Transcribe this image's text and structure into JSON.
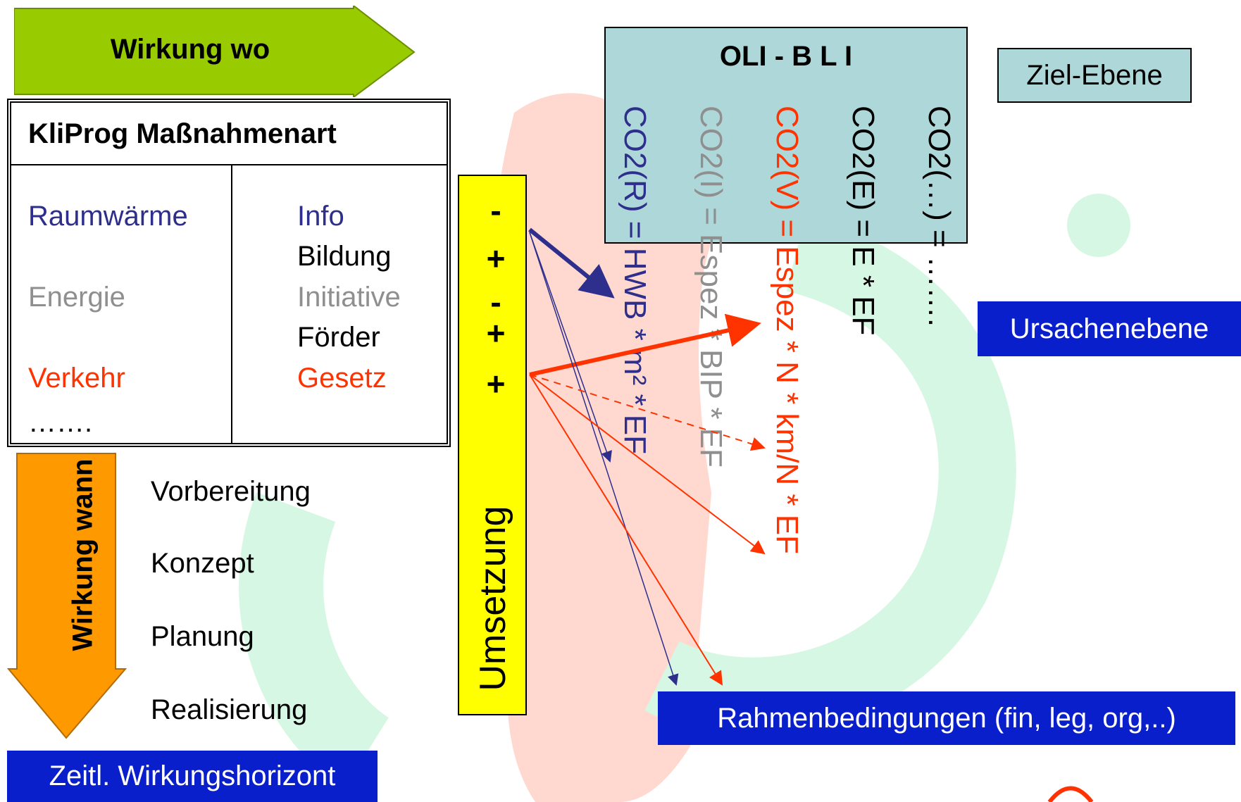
{
  "top_arrow": {
    "label": "Wirkung wo"
  },
  "kliprog": {
    "title": "KliProg Maßnahmenart",
    "categories": [
      "Raumwärme",
      "Energie",
      "Verkehr",
      "……."
    ],
    "types": [
      "Info",
      "Bildung",
      "Initiative",
      "Förder",
      "Gesetz"
    ]
  },
  "umsetzung": {
    "label": "Umsetzung",
    "signs": [
      "-",
      "+",
      "-",
      "+",
      "+"
    ]
  },
  "oli": {
    "title": "OLI - B L I",
    "formulas": [
      "CO2(R) = HWB * m² * EF",
      "CO2(I) = Espez * BIP * EF",
      "CO2(V) = Espez * N * km/N * EF",
      "CO2(E) = E * EF",
      "CO2(…) = ……."
    ]
  },
  "tags": {
    "ziel": "Ziel-Ebene",
    "ursachen": "Ursachenebene",
    "rahmen": "Rahmenbedingungen (fin, leg, org,..)",
    "zeitl": "Zeitl. Wirkungshorizont"
  },
  "timeline": {
    "label": "Wirkung wann",
    "phases": [
      "Vorbereitung",
      "Konzept",
      "Planung",
      "Realisierung"
    ]
  },
  "colors": {
    "green_arrow": "#99cc00",
    "orange_arrow": "#ff9900",
    "yellow_bar": "#ffff00",
    "oli_box": "#aed7d9",
    "blue_tag": "#0a1fcc",
    "blue_text": "#2e2e8c",
    "red_text": "#ff3300",
    "grey_text": "#8f8f8f"
  }
}
